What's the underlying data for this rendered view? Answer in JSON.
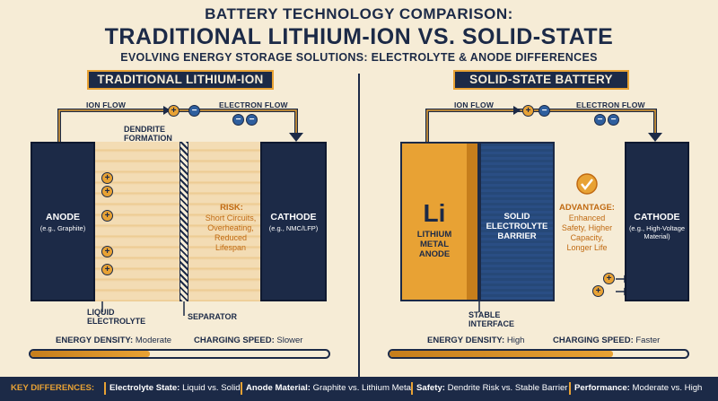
{
  "header": {
    "title_line1": "BATTERY TECHNOLOGY COMPARISON:",
    "title_line2": "TRADITIONAL LITHIUM-ION VS. SOLID-STATE",
    "subtitle": "EVOLVING ENERGY STORAGE SOLUTIONS: ELECTROLYTE & ANODE DIFFERENCES"
  },
  "left": {
    "heading": "TRADITIONAL LITHIUM-ION",
    "ion_flow": "ION FLOW",
    "electron_flow": "ELECTRON FLOW",
    "anode": "ANODE",
    "anode_sub": "(e.g., Graphite)",
    "cathode": "CATHODE",
    "cathode_sub": "(e.g., NMC/LFP)",
    "dendrite_line1": "DENDRITE",
    "dendrite_line2": "FORMATION",
    "risk_title": "RISK:",
    "risk_line1": "Short Circuits,",
    "risk_line2": "Overheating,",
    "risk_line3": "Reduced",
    "risk_line4": "Lifespan",
    "liquid_line1": "LIQUID",
    "liquid_line2": "ELECTROLYTE",
    "separator": "SEPARATOR",
    "energy_label": "ENERGY DENSITY:",
    "energy_value": "Moderate",
    "charging_label": "CHARGING SPEED:",
    "charging_value": "Slower",
    "bar_fill": 0.4
  },
  "right": {
    "heading": "SOLID-STATE BATTERY",
    "ion_flow": "ION FLOW",
    "electron_flow": "ELECTRON FLOW",
    "li_symbol": "Li",
    "anode_line1": "LITHIUM",
    "anode_line2": "METAL",
    "anode_line3": "ANODE",
    "solid_line1": "SOLID",
    "solid_line2": "ELECTROLYTE",
    "solid_line3": "BARRIER",
    "advantage_title": "ADVANTAGE:",
    "adv_line1": "Enhanced",
    "adv_line2": "Safety, Higher",
    "adv_line3": "Capacity,",
    "adv_line4": "Longer Life",
    "cathode": "CATHODE",
    "cathode_sub1": "(e.g., High-Voltage",
    "cathode_sub2": "Material)",
    "stable_line1": "STABLE",
    "stable_line2": "INTERFACE",
    "energy_label": "ENERGY DENSITY:",
    "energy_value": "High",
    "charging_label": "CHARGING SPEED:",
    "charging_value": "Faster",
    "bar_fill": 0.75
  },
  "footer": {
    "key_label": "KEY DIFFERENCES:",
    "items": [
      {
        "label": "Electrolyte State:",
        "value": "Liquid vs. Solid"
      },
      {
        "label": "Anode Material:",
        "value": "Graphite vs. Lithium Metal"
      },
      {
        "label": "Safety:",
        "value": "Dendrite Risk vs. Stable Barrier"
      },
      {
        "label": "Performance:",
        "value": "Moderate vs. High"
      }
    ]
  },
  "colors": {
    "navy": "#1c2a47",
    "orange": "#e8a234",
    "cream": "#f6ecd6",
    "blue": "#2a4e84"
  },
  "icons": [
    "warning-icon",
    "checkmark-icon",
    "ion-positive-icon",
    "electron-negative-icon",
    "arrow-icon"
  ]
}
